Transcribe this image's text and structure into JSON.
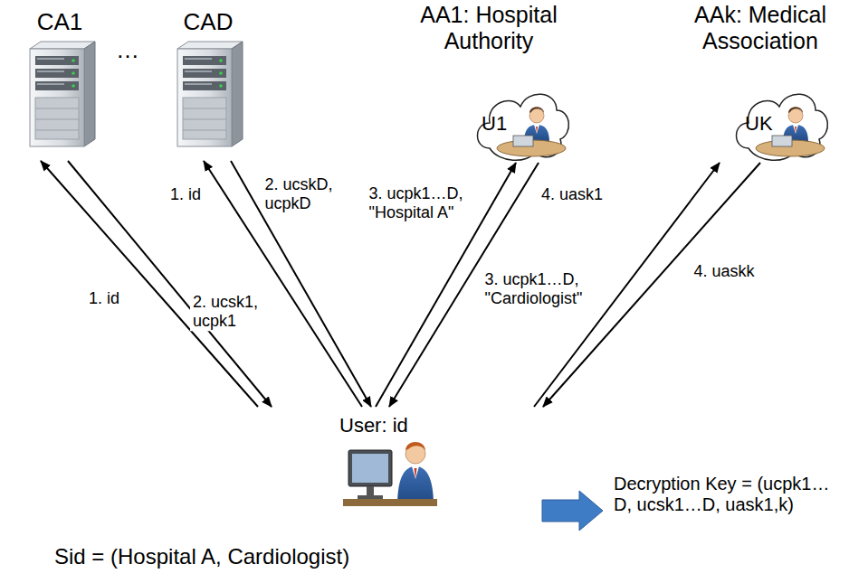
{
  "diagram": {
    "nodes": [
      {
        "text": [
          "CA1"
        ]
      },
      {
        "text": [
          "CAD"
        ]
      },
      {
        "text": [
          "AA1: Hospital Authority",
          "U1"
        ]
      },
      {
        "text": [
          "AAk: Medical Association",
          "UK"
        ]
      },
      {
        "text": [
          "User: id",
          "Sid = (Hospital A, Cardiologist)"
        ]
      },
      {
        "text": [
          "Decryption Key = (ucpk1…D, ucsk1…D, uask1,k)"
        ]
      }
    ],
    "edges": [
      {
        "from": 4,
        "to": 0,
        "label": "1. id",
        "arrow": "to"
      },
      {
        "from": 0,
        "to": 4,
        "label": "2. ucsk1, ucpk1",
        "arrow": "to"
      },
      {
        "from": 4,
        "to": 1,
        "label": "1. id",
        "arrow": "to"
      },
      {
        "from": 1,
        "to": 4,
        "label": "2. ucskD, ucpkD",
        "arrow": "to"
      },
      {
        "from": 4,
        "to": 2,
        "label": "3. ucpk1…D, \"Hospital A\"",
        "arrow": "to"
      },
      {
        "from": 2,
        "to": 4,
        "label": "4. uask1",
        "arrow": "to"
      },
      {
        "from": 4,
        "to": 3,
        "label": "3. ucpk1…D, \"Cardiologist\"",
        "arrow": "to"
      },
      {
        "from": 3,
        "to": 4,
        "label": "4. uaskk",
        "arrow": "to"
      },
      {
        "from": 4,
        "to": 5,
        "arrow": "to"
      }
    ],
    "labels": [
      "…"
    ]
  }
}
